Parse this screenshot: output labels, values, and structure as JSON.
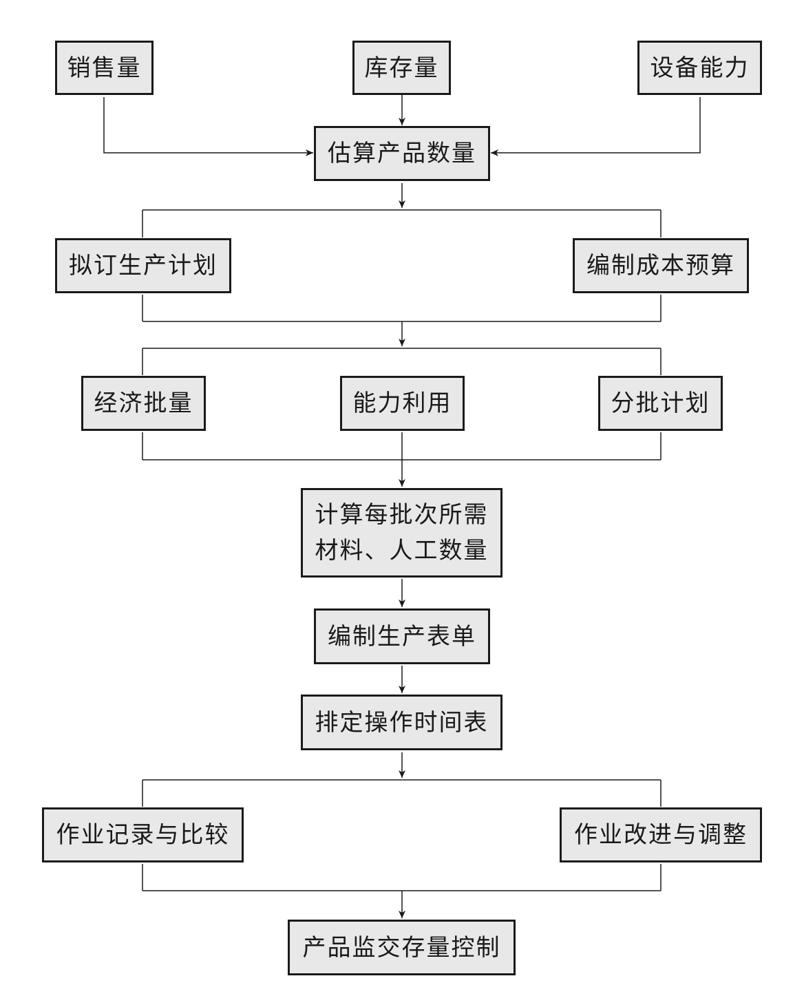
{
  "nodes": {
    "sales": "销售量",
    "inventory": "库存量",
    "capacity": "设备能力",
    "estimate": "估算产品数量",
    "plan": "拟订生产计划",
    "budget": "编制成本预算",
    "eoq": "经济批量",
    "utilization": "能力利用",
    "batch": "分批计划",
    "calc_line1": "计算每批次所需",
    "calc_line2": "材料、人工数量",
    "forms": "编制生产表单",
    "schedule": "排定操作时间表",
    "record": "作业记录与比较",
    "improve": "作业改进与调整",
    "control": "产品监交存量控制"
  },
  "colors": {
    "box_fill": "#e8e8e8",
    "line": "#1a1a1a"
  }
}
